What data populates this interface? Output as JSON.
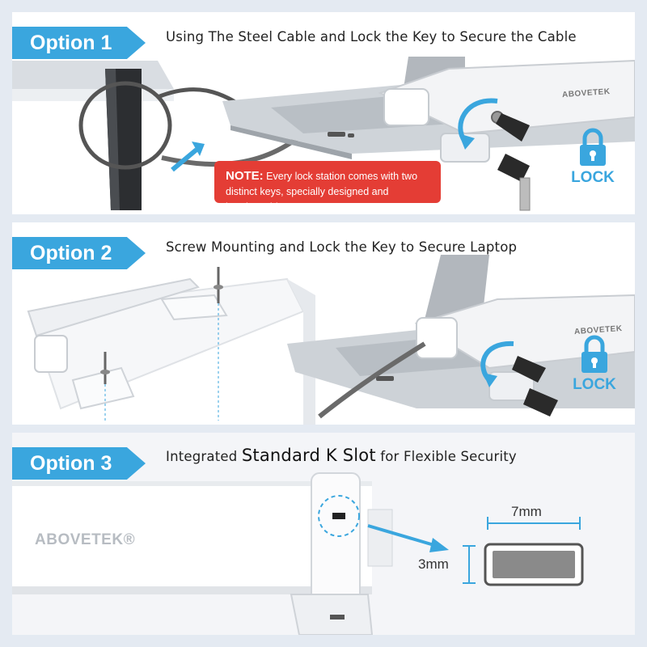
{
  "option1": {
    "tag": "Option 1",
    "headline": "Using The Steel Cable and Lock the Key to Secure the Cable",
    "brand": "ABOVETEK",
    "note_label": "NOTE:",
    "note_line1": "Every lock station comes with two",
    "note_line2": "distinct keys, specially designed and irreplaceable",
    "lock_label": "LOCK"
  },
  "option2": {
    "tag": "Option 2",
    "headline": "Screw Mounting and Lock the Key to Secure Laptop",
    "brand": "ABOVETEK",
    "lock_label": "LOCK"
  },
  "option3": {
    "tag": "Option 3",
    "headline_pre": "Integrated",
    "headline_big": "Standard K Slot",
    "headline_post": "for Flexible Security",
    "brand": "ABOVETEK®",
    "width_label": "7mm",
    "height_label": "3mm"
  },
  "colors": {
    "accent_blue": "#3aa6de",
    "note_red": "#e43d35",
    "background": "#e4eaf2"
  }
}
